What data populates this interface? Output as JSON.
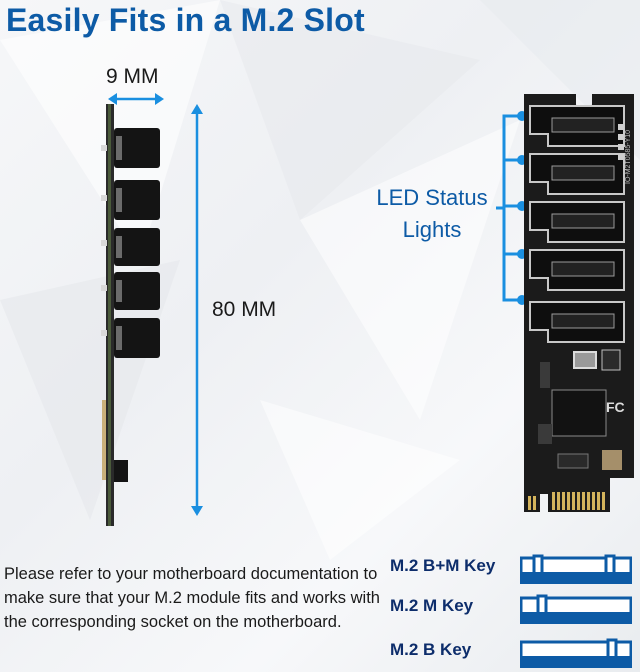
{
  "title": "Easily Fits in a M.2 Slot",
  "width_label": "9 MM",
  "length_label": "80 MM",
  "led_label_line1": "LED Status",
  "led_label_line2": "Lights",
  "board_silkscreen": "IO-M2T0585-Y10",
  "note": "Please refer to your motherboard documentation to make sure that your M.2 module fits and works with the corresponding socket on the motherboard.",
  "key_labels": {
    "bm": "M.2 B+M Key",
    "m": "M.2 M Key",
    "b": "M.2 B Key"
  },
  "colors": {
    "accent": "#0d5ba6",
    "led_blue": "#1a8fe0",
    "pcb": "#1b1b1b"
  }
}
